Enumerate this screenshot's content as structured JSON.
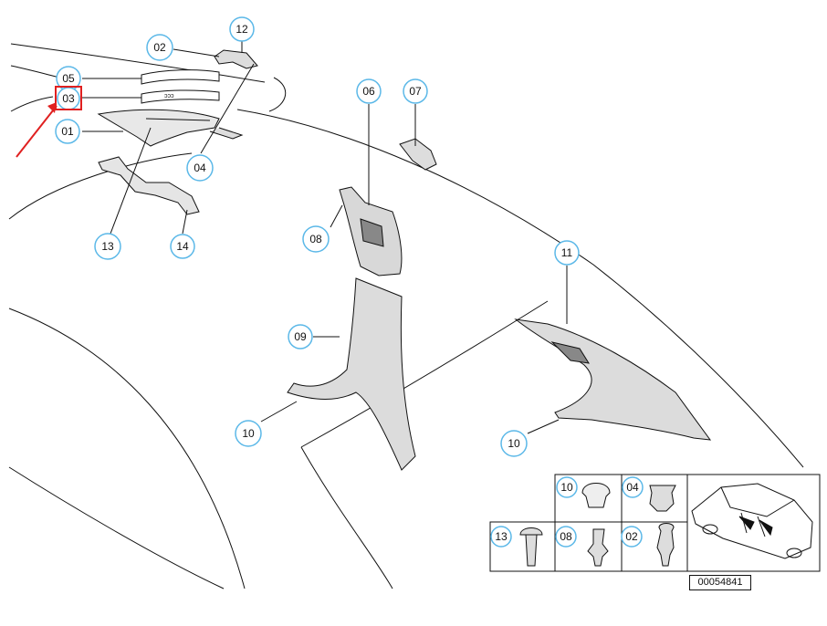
{
  "diagram": {
    "callouts": [
      {
        "id": "c-02",
        "label": "02"
      },
      {
        "id": "c-12",
        "label": "12"
      },
      {
        "id": "c-05",
        "label": "05"
      },
      {
        "id": "c-03",
        "label": "03",
        "highlighted": true
      },
      {
        "id": "c-01",
        "label": "01"
      },
      {
        "id": "c-04",
        "label": "04"
      },
      {
        "id": "c-13",
        "label": "13"
      },
      {
        "id": "c-14",
        "label": "14"
      },
      {
        "id": "c-06",
        "label": "06"
      },
      {
        "id": "c-07",
        "label": "07"
      },
      {
        "id": "c-08",
        "label": "08"
      },
      {
        "id": "c-09",
        "label": "09"
      },
      {
        "id": "c-10a",
        "label": "10"
      },
      {
        "id": "c-11",
        "label": "11"
      },
      {
        "id": "c-10b",
        "label": "10"
      }
    ],
    "parts_table": [
      {
        "id": "t-10",
        "label": "10"
      },
      {
        "id": "t-04",
        "label": "04"
      },
      {
        "id": "t-13",
        "label": "13"
      },
      {
        "id": "t-08",
        "label": "08"
      },
      {
        "id": "t-02",
        "label": "02"
      }
    ],
    "reference_number": "00054841",
    "colors": {
      "callout_ring": "#5bb8e8",
      "highlight": "#e02020",
      "line": "#111111"
    }
  }
}
